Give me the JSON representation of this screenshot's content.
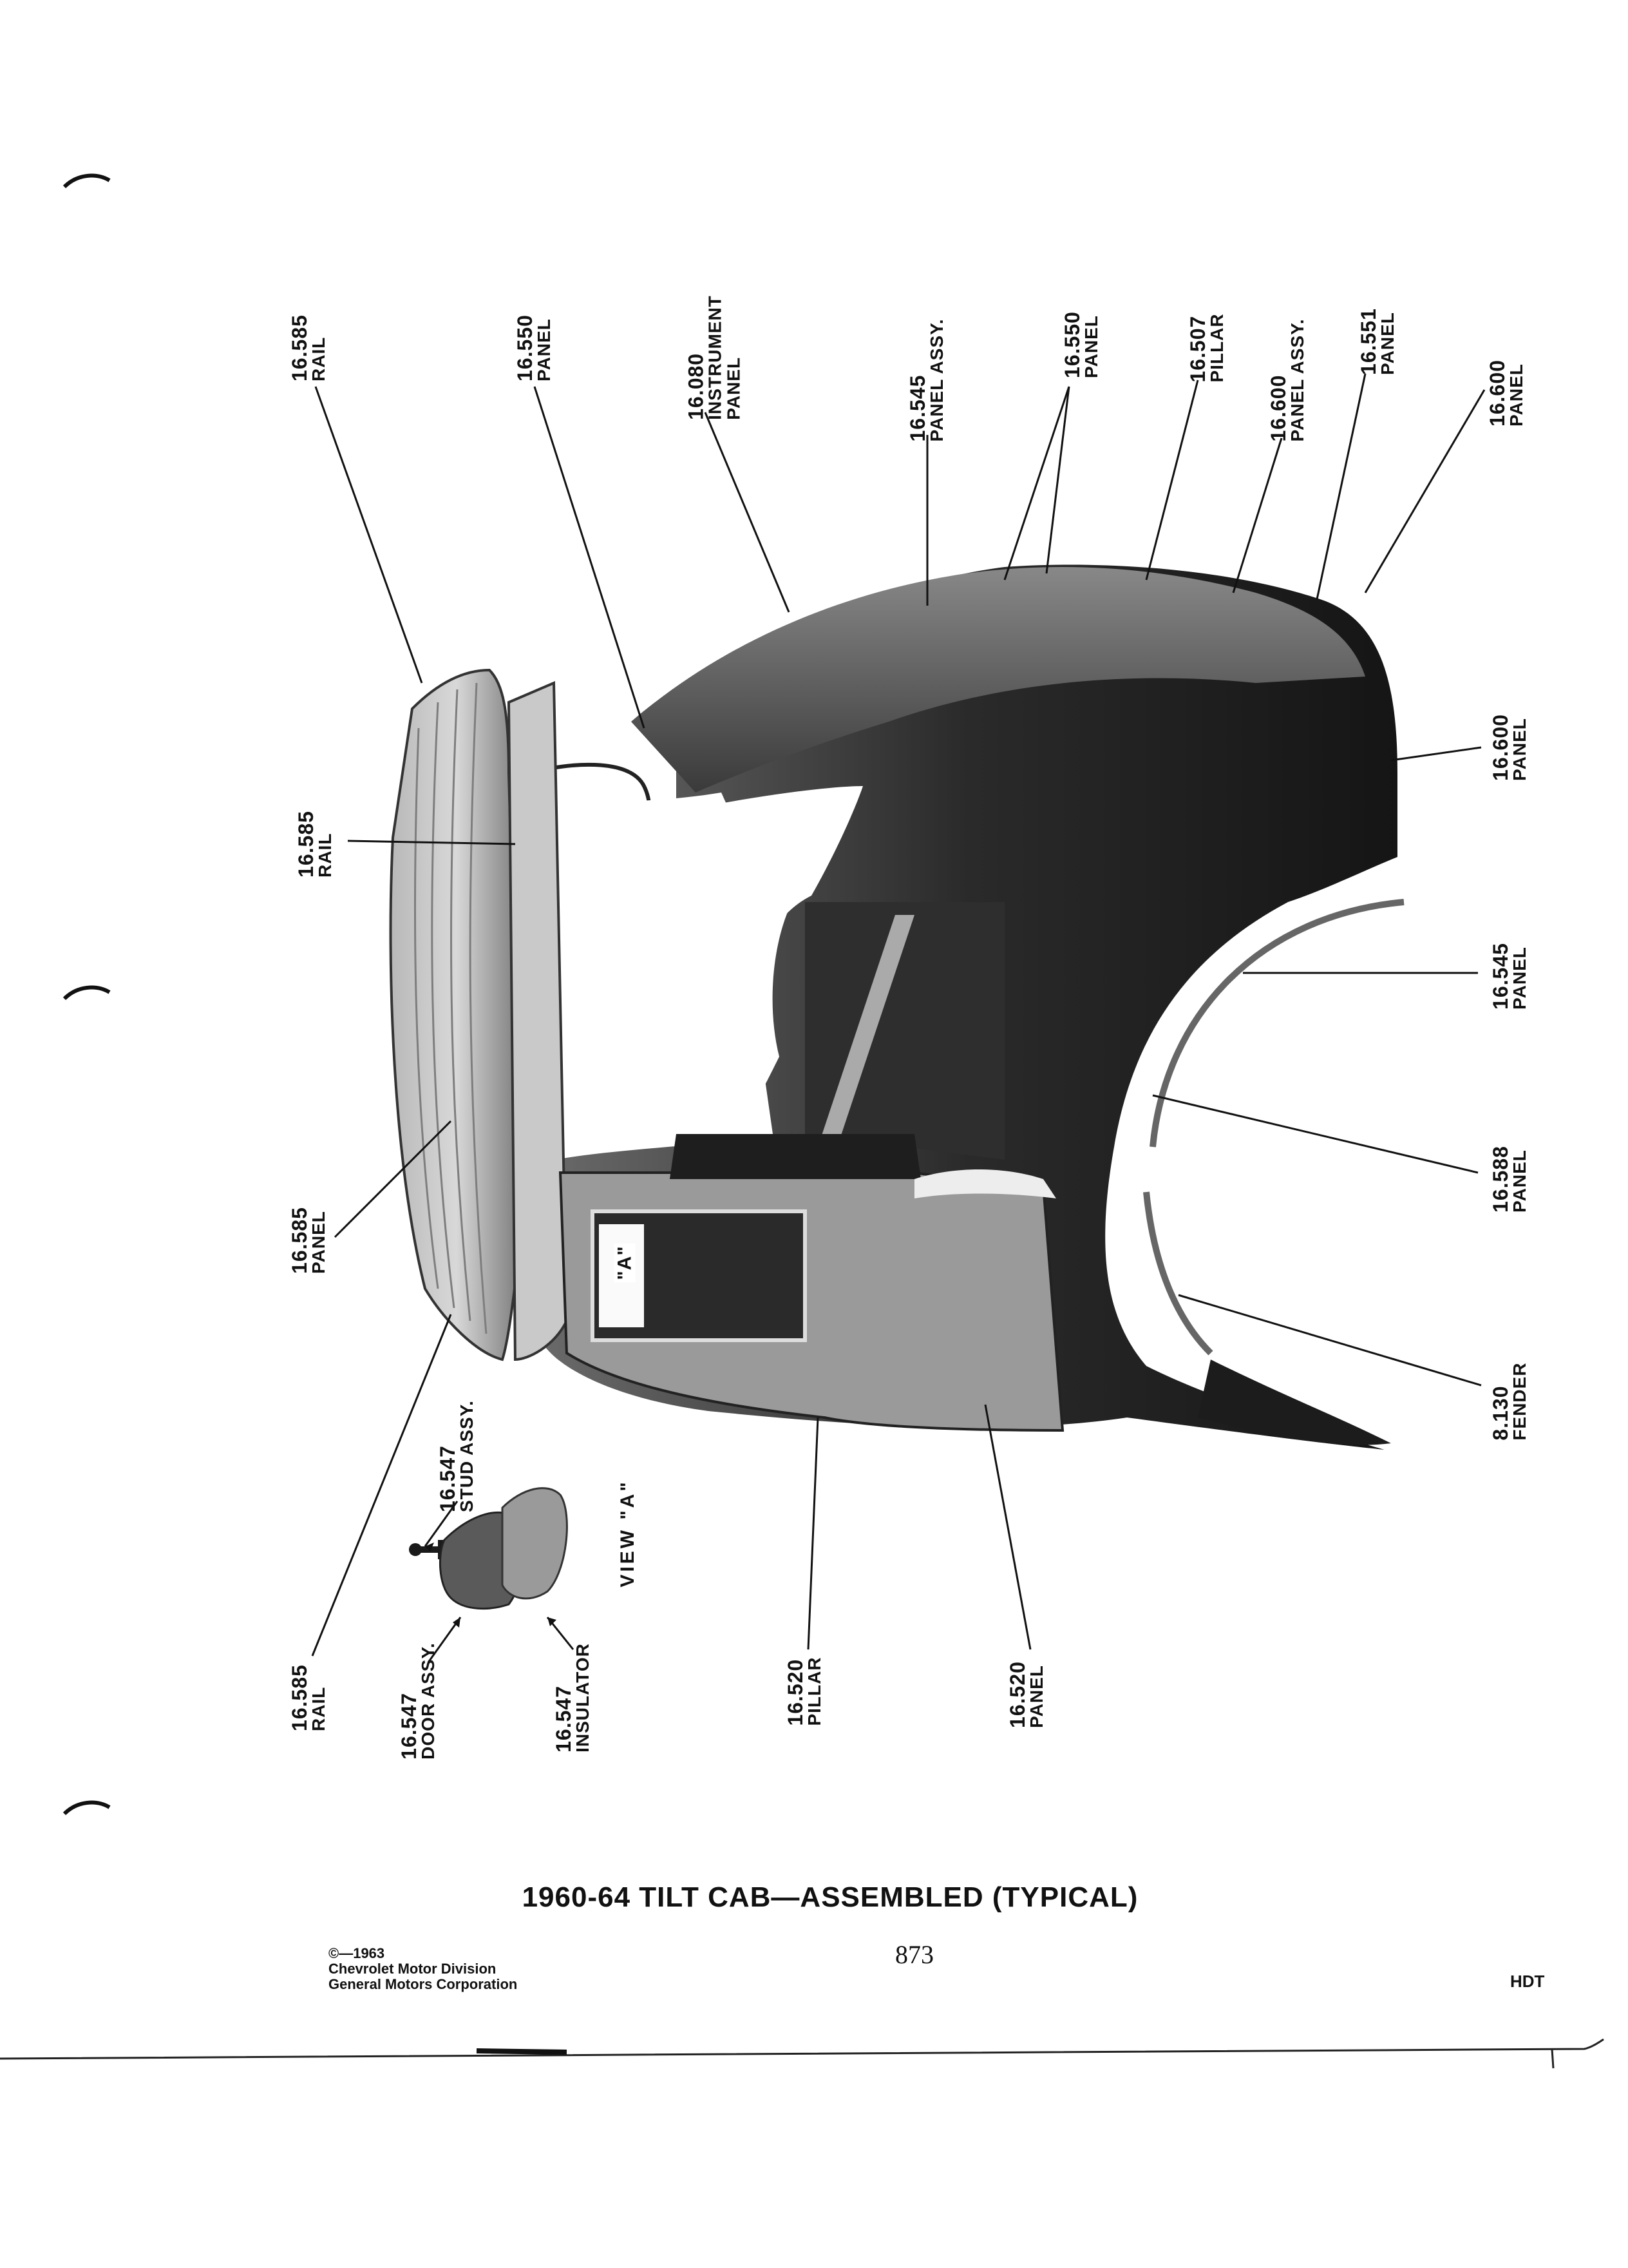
{
  "document": {
    "title": "1960-64 TILT CAB—ASSEMBLED (TYPICAL)",
    "page_number": "873",
    "copyright": [
      "©—1963",
      "Chevrolet Motor Division",
      "General Motors Corporation"
    ],
    "section_code": "HDT",
    "view_label": "VIEW \"A\"",
    "detail_letter": "\"A\""
  },
  "callouts": [
    {
      "num": "16.585",
      "name": "RAIL"
    },
    {
      "num": "16.550",
      "name": "PANEL"
    },
    {
      "num": "16.080",
      "name": "INSTRUMENT",
      "name2": "PANEL"
    },
    {
      "num": "16.545",
      "name": "PANEL ASSY."
    },
    {
      "num": "16.550",
      "name": "PANEL"
    },
    {
      "num": "16.507",
      "name": "PILLAR"
    },
    {
      "num": "16.600",
      "name": "PANEL ASSY."
    },
    {
      "num": "16.551",
      "name": "PANEL"
    },
    {
      "num": "16.600",
      "name": "PANEL"
    },
    {
      "num": "16.600",
      "name": "PANEL"
    },
    {
      "num": "16.545",
      "name": "PANEL"
    },
    {
      "num": "16.588",
      "name": "PANEL"
    },
    {
      "num": "8.130",
      "name": "FENDER"
    },
    {
      "num": "16.585",
      "name": "RAIL"
    },
    {
      "num": "16.585",
      "name": "PANEL"
    },
    {
      "num": "16.547",
      "name": "STUD ASSY."
    },
    {
      "num": "16.585",
      "name": "RAIL"
    },
    {
      "num": "16.547",
      "name": "DOOR ASSY."
    },
    {
      "num": "16.547",
      "name": "INSULATOR"
    },
    {
      "num": "16.520",
      "name": "PILLAR"
    },
    {
      "num": "16.520",
      "name": "PANEL"
    }
  ]
}
